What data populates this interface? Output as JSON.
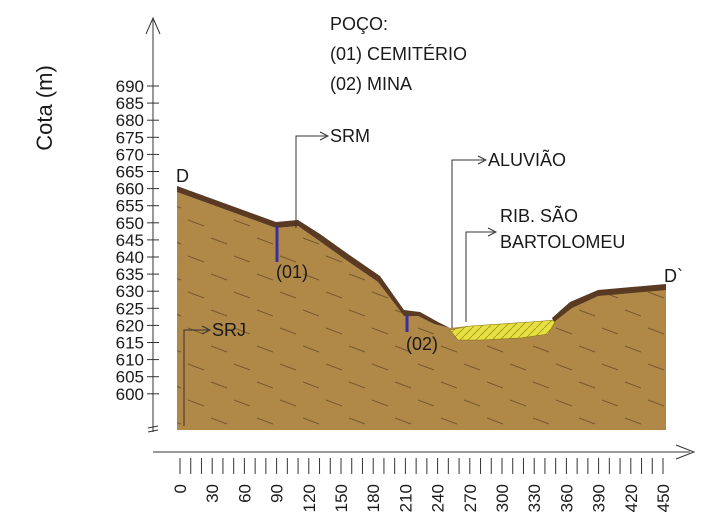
{
  "y_axis": {
    "title": "Cota (m)",
    "ticks": [
      "690",
      "685",
      "680",
      "675",
      "670",
      "665",
      "660",
      "655",
      "650",
      "645",
      "640",
      "635",
      "630",
      "625",
      "620",
      "615",
      "610",
      "605",
      "600"
    ]
  },
  "x_axis": {
    "ticks": [
      "0",
      "30",
      "60",
      "90",
      "120",
      "150",
      "180",
      "210",
      "240",
      "270",
      "300",
      "330",
      "360",
      "390",
      "420",
      "450"
    ]
  },
  "legend": {
    "heading": "POÇO:",
    "item1": "(01) CEMITÉRIO",
    "item2": "(02) MINA"
  },
  "labels": {
    "start": "D",
    "end": "D`",
    "srm": "SRM",
    "aluviao": "ALUVIÃO",
    "rib_line1": "RIB. SÃO",
    "rib_line2": "BARTOLOMEU",
    "srj": "SRJ",
    "well1": "(01)",
    "well2": "(02)"
  },
  "colors": {
    "rock": "#b08848",
    "soil": "#5a3a22",
    "alluvium": "#e8e040",
    "well": "#3a2fa0",
    "ink": "#333333"
  }
}
